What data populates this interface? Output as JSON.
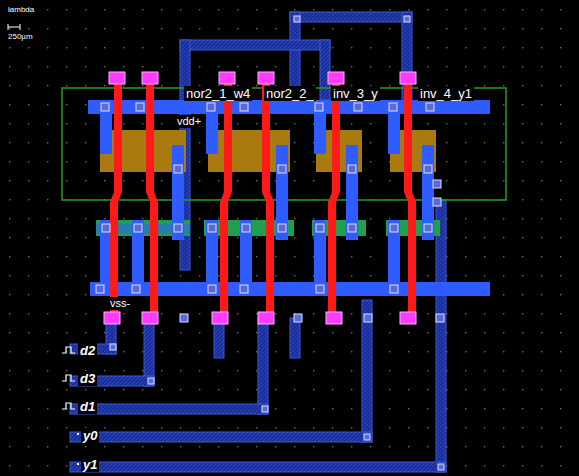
{
  "diagram": {
    "labels": [
      "lambda",
      "250µm",
      "nor2_1_w4",
      "nor2_2_",
      "inv_3_y",
      "inv_4_y1",
      "vdd+",
      "vss-",
      "d2",
      "d3",
      "d1",
      "y0",
      "y1"
    ]
  }
}
